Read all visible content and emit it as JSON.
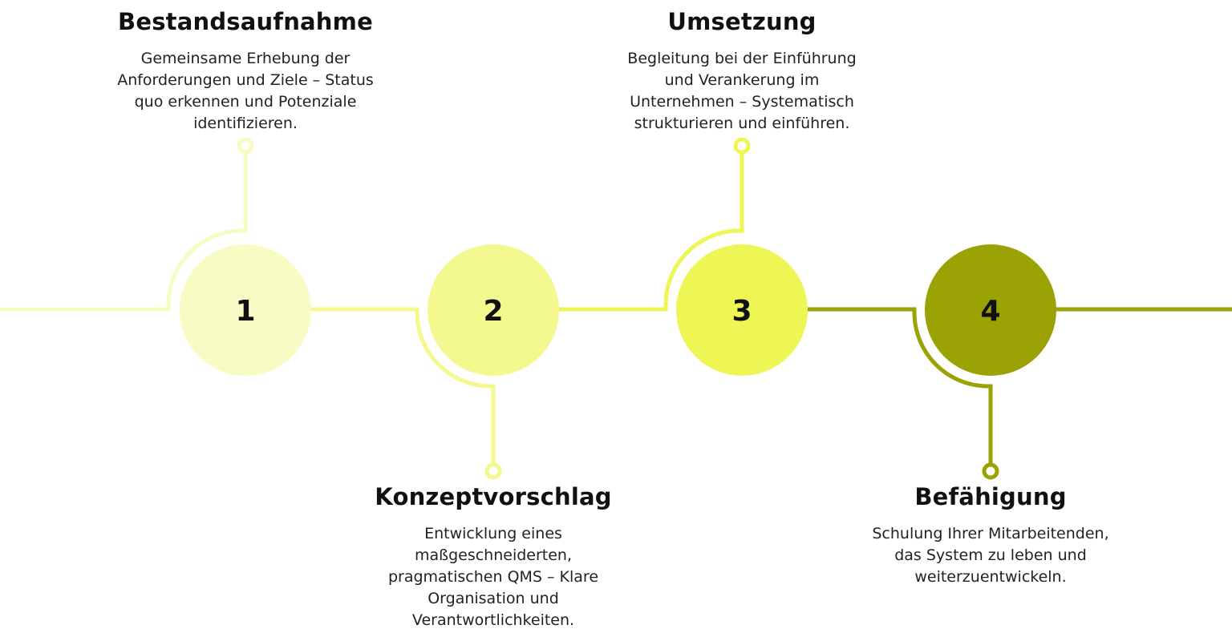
{
  "steps": [
    {
      "number": "1",
      "title": "Bestandsaufnahme",
      "description": "Gemeinsame Erhebung der Anforderungen und Ziele – Status quo erkennen und Potenziale identifizieren.",
      "color": "#f8fbc4"
    },
    {
      "number": "2",
      "title": "Konzeptvorschlag",
      "description": "Entwicklung eines maßgeschneiderten, pragmatischen QMS – Klare Organisation und Verantwortlichkeiten.",
      "color": "#f3f88f"
    },
    {
      "number": "3",
      "title": "Umsetzung",
      "description": "Begleitung bei der Einführung und Verankerung im Unternehmen – Systematisch strukturieren und einführen.",
      "color": "#edf655"
    },
    {
      "number": "4",
      "title": "Befähigung",
      "description": "Schulung Ihrer Mitarbeitenden, das System zu leben und weiterzuentwickeln.",
      "color": "#9aa204"
    }
  ]
}
